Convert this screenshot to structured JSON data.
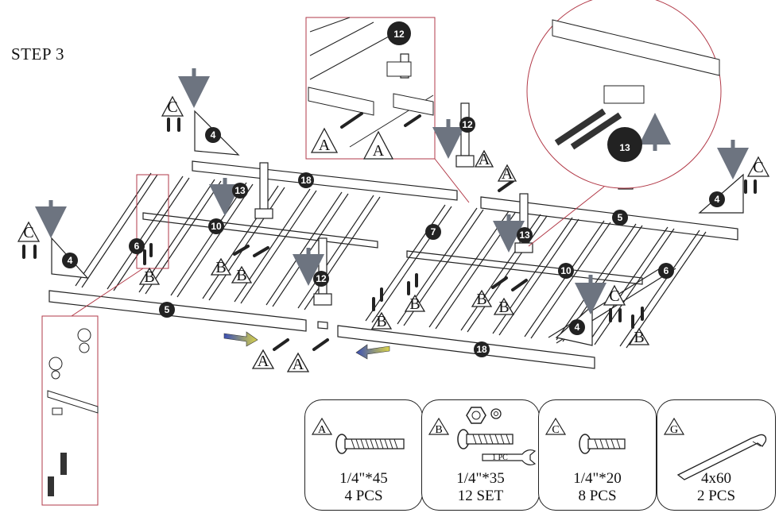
{
  "step": {
    "title": "STEP 3"
  },
  "callouts": {
    "A": "A",
    "B": "B",
    "C": "C",
    "n4": "4",
    "n5": "5",
    "n6": "6",
    "n7": "7",
    "n10": "10",
    "n12": "12",
    "n13": "13",
    "n18": "18",
    "small_label": "1 PC"
  },
  "parts": [
    {
      "letter": "A",
      "size": "1/4\"*45",
      "qty": "4 PCS"
    },
    {
      "letter": "B",
      "size": "1/4\"*35",
      "qty": "12 SET"
    },
    {
      "letter": "C",
      "size": "1/4\"*20",
      "qty": "8 PCS"
    },
    {
      "letter": "G",
      "size": "4x60",
      "qty": "2 PCS"
    }
  ],
  "colors": {
    "line": "#222222",
    "detail": "#b23a48",
    "arrow_gray": "#6d7480",
    "arrow_blue": "#3a4fb5"
  }
}
